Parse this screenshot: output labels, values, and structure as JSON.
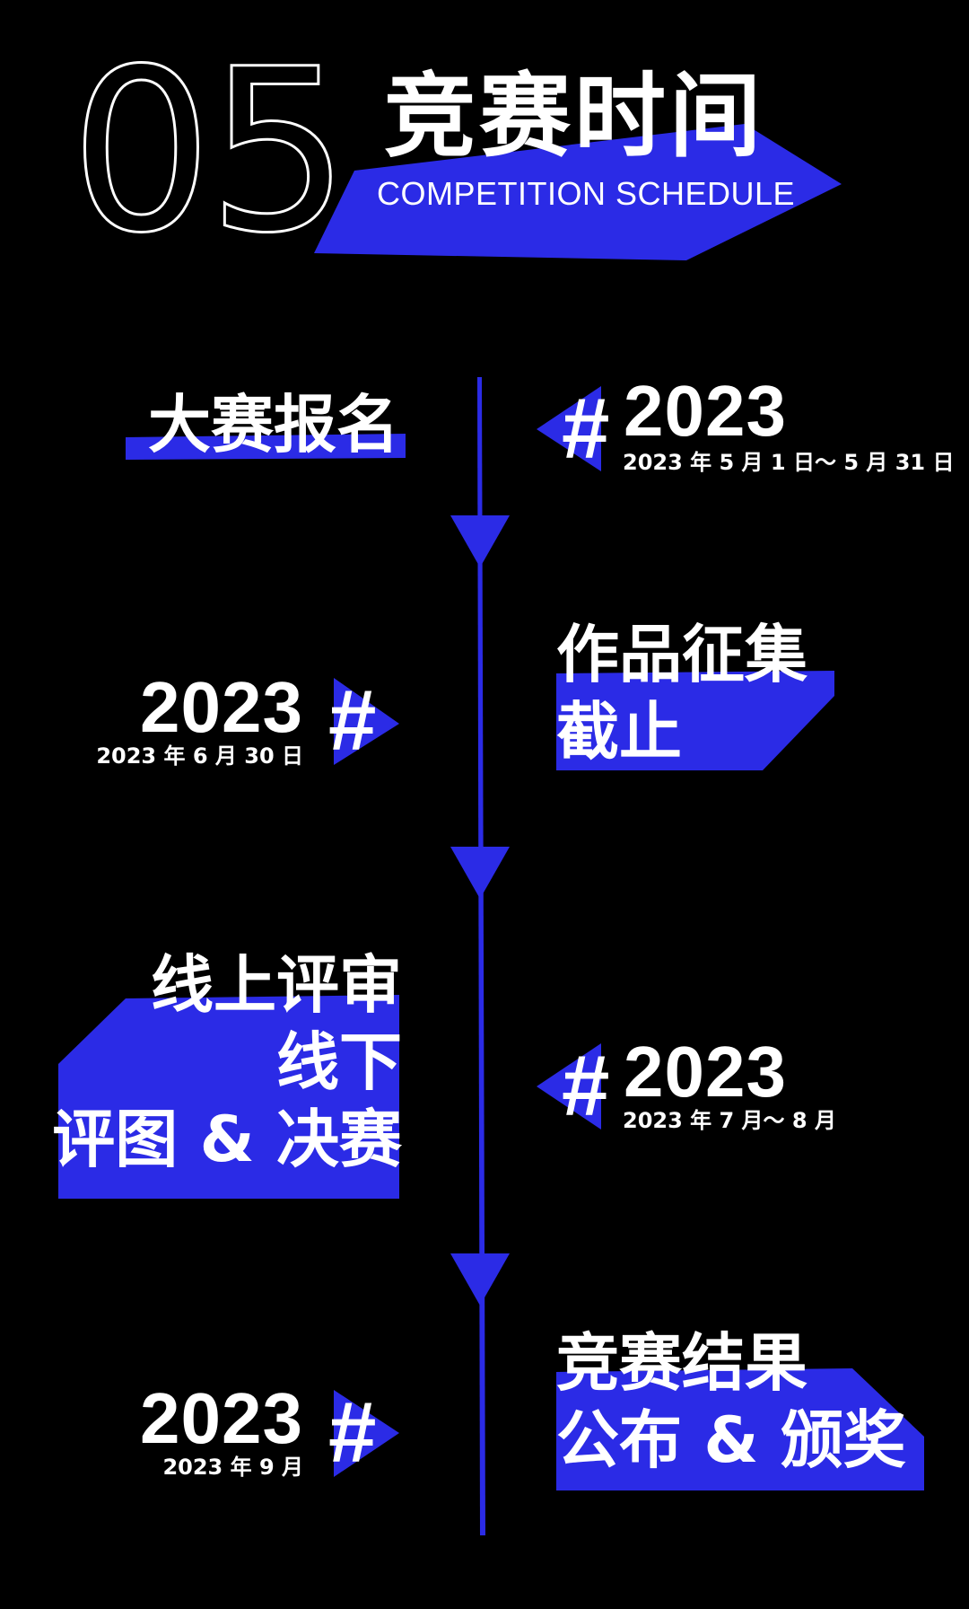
{
  "header": {
    "number": "05",
    "title": "竞赛时间",
    "subtitle": "COMPETITION SCHEDULE"
  },
  "timeline": [
    {
      "stage_lines": [
        "大赛报名"
      ],
      "year": "2023",
      "date": "2023 年 5 月 1 日～ 5 月 31 日"
    },
    {
      "stage_lines": [
        "作品征集",
        "截止"
      ],
      "year": "2023",
      "date": "2023 年 6 月 30 日"
    },
    {
      "stage_lines": [
        "线上评审",
        "线下",
        "评图 & 决赛"
      ],
      "year": "2023",
      "date": "2023 年 7 月～ 8 月"
    },
    {
      "stage_lines": [
        "竞赛结果",
        "公布 & 颁奖"
      ],
      "year": "2023",
      "date": "2023 年 9 月"
    }
  ],
  "hash_symbol": "#",
  "colors": {
    "accent": "#2b2be6",
    "background": "#000000",
    "text": "#ffffff"
  }
}
